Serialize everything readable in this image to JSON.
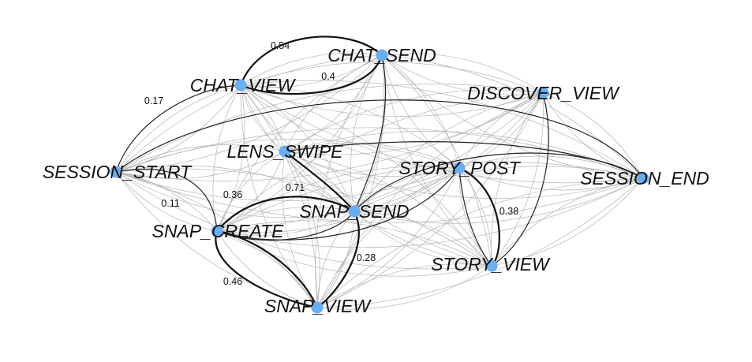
{
  "nodes": [
    {
      "id": "chat_send",
      "label": "CHAT_SEND"
    },
    {
      "id": "chat_view",
      "label": "CHAT_VIEW"
    },
    {
      "id": "discover_view",
      "label": "DISCOVER_VIEW"
    },
    {
      "id": "lens_swipe",
      "label": "LENS_SWIPE"
    },
    {
      "id": "session_start",
      "label": "SESSION_START"
    },
    {
      "id": "story_post",
      "label": "STORY_POST"
    },
    {
      "id": "session_end",
      "label": "SESSION_END"
    },
    {
      "id": "snap_send",
      "label": "SNAP_SEND"
    },
    {
      "id": "snap_create",
      "label": "SNAP_CREATE"
    },
    {
      "id": "story_view",
      "label": "STORY_VIEW"
    },
    {
      "id": "snap_view",
      "label": "SNAP_VIEW"
    }
  ],
  "edge_labels": [
    {
      "id": "chat_view-chat_send",
      "text": "0.54"
    },
    {
      "id": "chat_send-chat_view",
      "text": "0.4"
    },
    {
      "id": "session_start-chat_view",
      "text": "0.17"
    },
    {
      "id": "session_start-snap_create",
      "text": "0.11"
    },
    {
      "id": "snap_create-snap_send",
      "text": "0.36"
    },
    {
      "id": "lens_swipe-snap_send",
      "text": "0.71"
    },
    {
      "id": "story_post-story_view",
      "text": "0.38"
    },
    {
      "id": "snap_send-snap_view",
      "text": "0.28"
    },
    {
      "id": "snap_create-snap_view",
      "text": "0.46"
    }
  ]
}
